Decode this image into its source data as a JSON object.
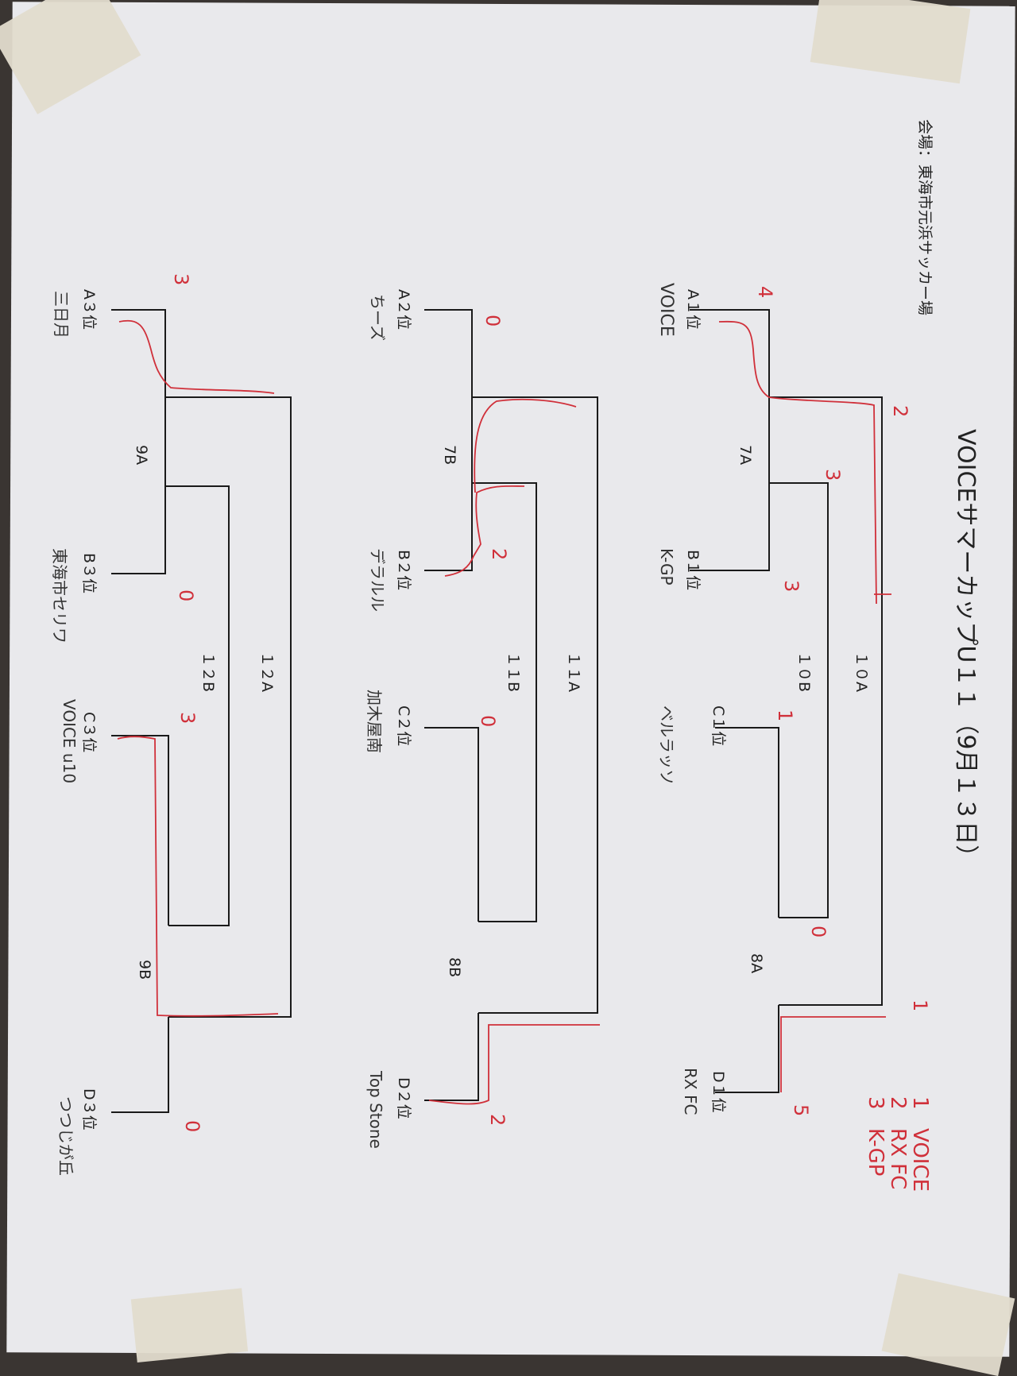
{
  "title": "VOICEサマーカップU１１（9月１３日）",
  "venue": "会場：東海市元浜サッカー場",
  "seeds": {
    "a1": "A１位",
    "b1": "B１位",
    "c1": "C１位",
    "d1": "D１位",
    "a2": "A２位",
    "b2": "B２位",
    "c2": "C２位",
    "d2": "D２位",
    "a3": "A３位",
    "b3": "B３位",
    "c3": "C３位",
    "d3": "D３位"
  },
  "teams": {
    "a1": "VOICE",
    "b1": "K-GP",
    "c1": "ベルラッソ",
    "d1": "RX FC",
    "a2": "ちーズ",
    "b2": "デラルル",
    "c2": "加木屋南",
    "d2": "Top Stone",
    "a3": "三日月",
    "b3": "東海市セリワ",
    "c3": "VOICE u10",
    "d3": "つつじが丘"
  },
  "matches": {
    "m7a": "7A",
    "m8a": "8A",
    "m7b": "7B",
    "m8b": "8B",
    "m9a": "9A",
    "m9b": "9B",
    "m10a": "１０A",
    "m10b": "１０B",
    "m11a": "１１A",
    "m11b": "１１B",
    "m12a": "１２A",
    "m12b": "１２B"
  },
  "scores": {
    "a1": "4",
    "b1": "3",
    "c1": "1",
    "d1": "5",
    "f10a_top": "2",
    "f10a_bot": "1",
    "f10b_top": "3",
    "f10b_bot": "0",
    "a2": "0",
    "b2": "2",
    "c2": "0",
    "d2": "2",
    "a3": "3",
    "b3": "0",
    "c3": "3",
    "d3": "0"
  },
  "ranking": [
    {
      "pos": "1",
      "team": "VOICE"
    },
    {
      "pos": "2",
      "team": "RX FC"
    },
    {
      "pos": "3",
      "team": "K-GP"
    }
  ]
}
